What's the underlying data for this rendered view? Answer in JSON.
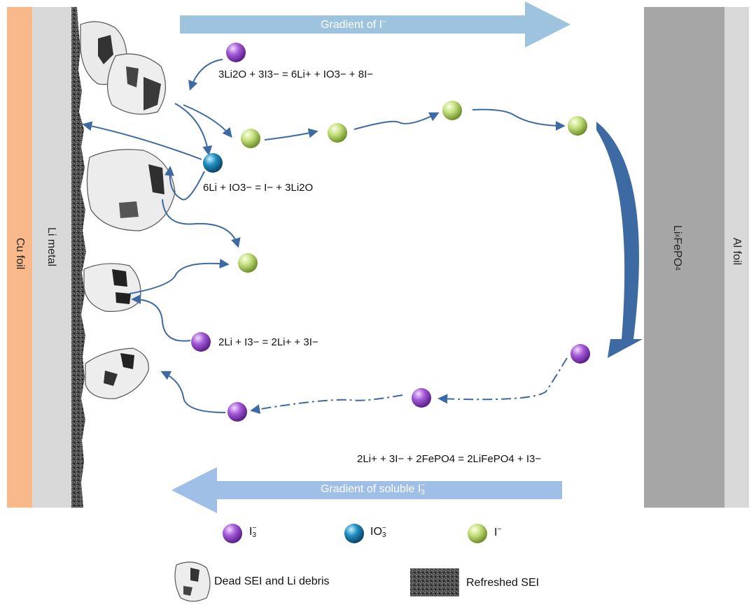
{
  "labels": {
    "cu_foil": "Cu foil",
    "li_metal": "Li metal",
    "al_foil": "Al foil",
    "cathode": {
      "base": "Li",
      "sub": "x",
      "rest": "FePO",
      "sub2": "4"
    }
  },
  "gradients": {
    "top": {
      "text": "Gradient of I",
      "sup": "−"
    },
    "bottom": {
      "text": "Gradient of soluble I",
      "sub": "3",
      "sup": "−"
    }
  },
  "equations": {
    "eq1": "3Li2O + 3I3− = 6Li+ + IO3− + 8I−",
    "eq2": "6Li + IO3− = I− + 3Li2O",
    "eq3": "2Li + I3− = 2Li+ + 3I−",
    "eq4": "2Li+ + 3I− + 2FePO4 = 2LiFePO4 + I3−"
  },
  "legend": {
    "i3": {
      "base": "I",
      "sub": "3",
      "sup": "−"
    },
    "io3": {
      "base": "IO",
      "sub": "3",
      "sup": "−"
    },
    "i": {
      "base": "I",
      "sup": "−"
    },
    "dead_sei": "Dead SEI and Li debris",
    "refreshed_sei": "Refreshed SEI"
  },
  "colors": {
    "cu_foil": "#f9b98a",
    "li_metal": "#d9d9d9",
    "cathode": "#a6a6a6",
    "al_foil": "#d9d9d9",
    "gradient_top": "#9ec3de",
    "gradient_bottom": "#a0bfe6",
    "arrow": "#3d6aa3",
    "ion_i3": "#9b4fd0",
    "ion_io3": "#1f86b8",
    "ion_i": "#b8d96a"
  }
}
